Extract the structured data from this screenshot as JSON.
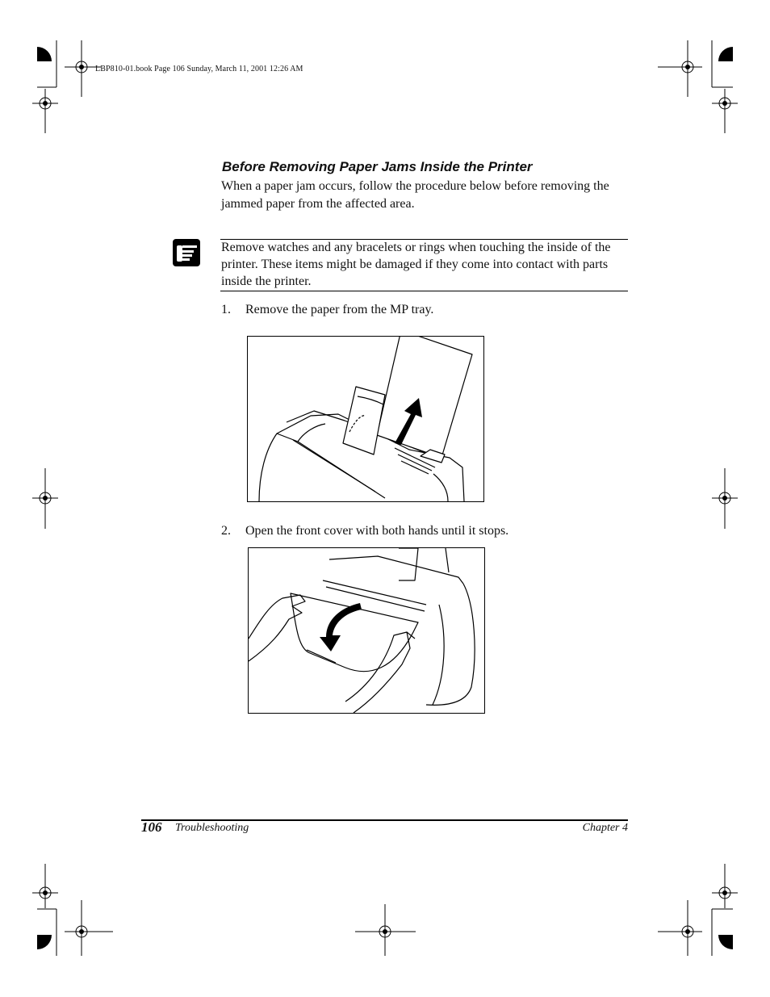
{
  "header": {
    "stamp": "LBP810-01.book  Page 106  Sunday, March 11, 2001  12:26 AM"
  },
  "section": {
    "title": "Before Removing Paper Jams Inside the Printer",
    "intro": "When a paper jam occurs, follow the procedure below before removing the jammed paper from the affected area."
  },
  "note": {
    "icon": "pointing-hand-note-icon",
    "text": "Remove watches and any bracelets or rings when touching the inside of the printer. These items might be damaged if they come into contact with parts inside the printer."
  },
  "steps": [
    {
      "number": "1.",
      "text": "Remove the paper from the MP tray."
    },
    {
      "number": "2.",
      "text": "Open the front cover with both hands until it stops."
    }
  ],
  "figures": [
    {
      "icon": "printer-remove-paper-illustration"
    },
    {
      "icon": "printer-open-cover-illustration"
    }
  ],
  "footer": {
    "page_number": "106",
    "section_name": "Troubleshooting",
    "chapter": "Chapter 4"
  }
}
